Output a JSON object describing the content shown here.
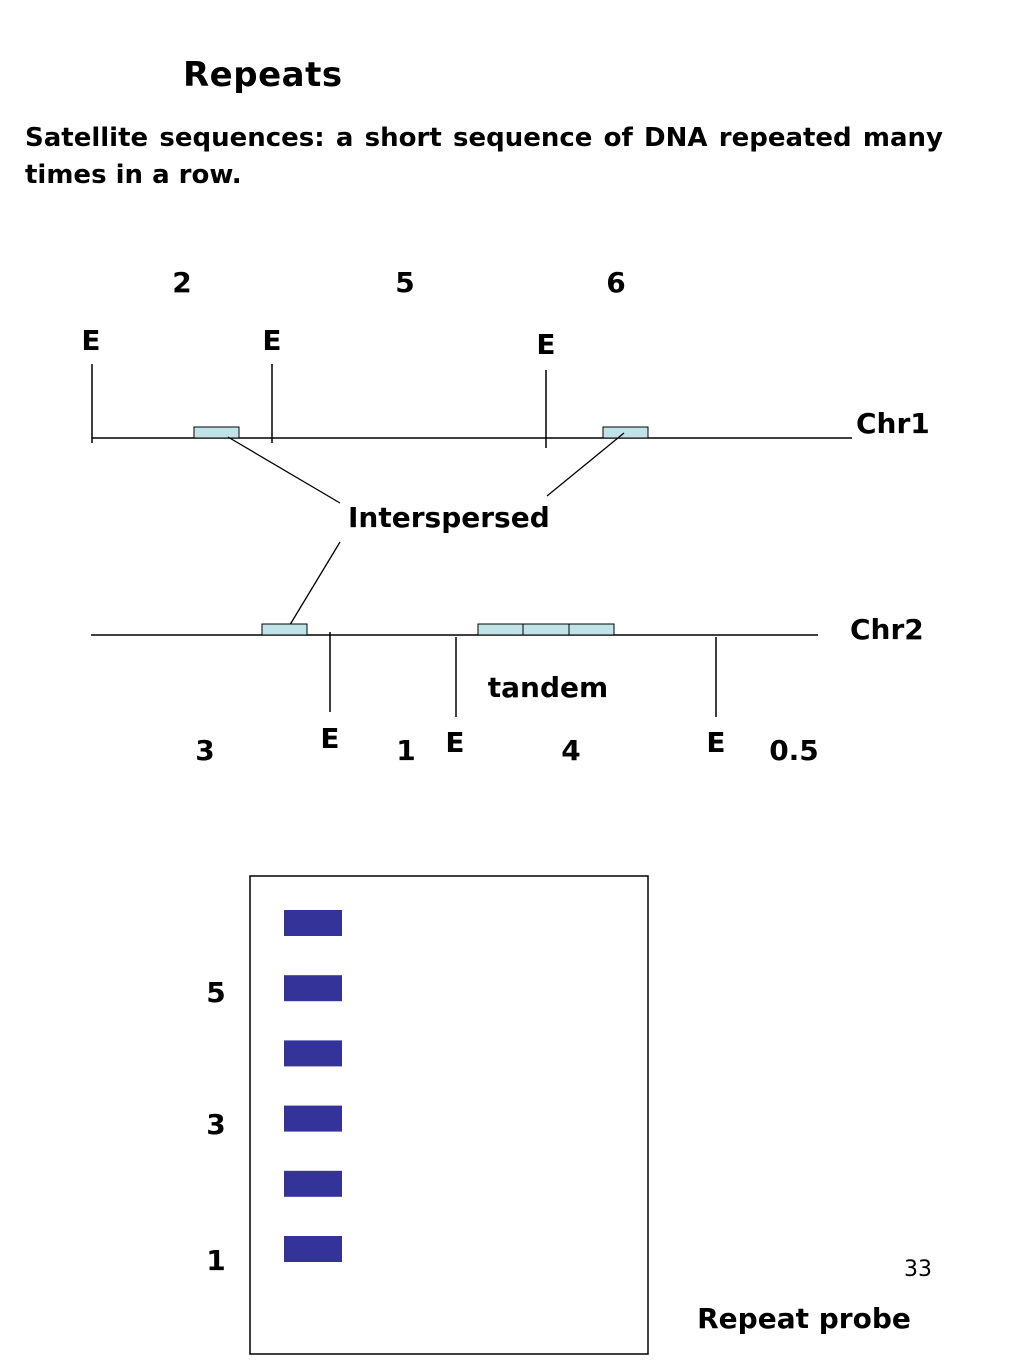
{
  "slide": {
    "title": "Repeats",
    "description": "Satellite sequences: a short sequence of DNA repeated many times in a row.",
    "page_number": "33"
  },
  "chr1": {
    "label": "Chr1",
    "enzyme_label": "E",
    "fragment_sizes": [
      "2",
      "5",
      "6"
    ]
  },
  "chr2": {
    "label": "Chr2",
    "enzyme_label": "E",
    "fragment_sizes": [
      "3",
      "1",
      "4",
      "0.5"
    ]
  },
  "annotations": {
    "interspersed": "Interspersed",
    "tandem": "tandem"
  },
  "gel": {
    "size_markers": [
      "5",
      "3",
      "1"
    ],
    "band_count": 6,
    "probe_label": "Repeat probe",
    "band_color": "#333399"
  },
  "colors": {
    "repeat_box_fill": "#bfe3e6",
    "line": "#000000"
  }
}
